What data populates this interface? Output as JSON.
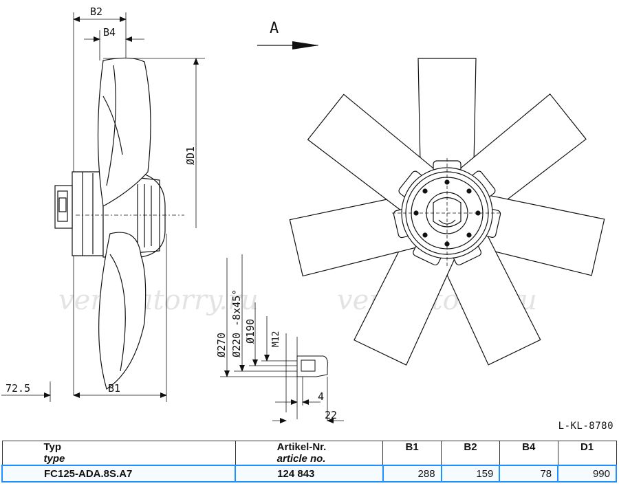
{
  "watermark": "ventilatorry.ru",
  "view_label": "A",
  "drawing_ref": "L-KL-8780",
  "dimensions": {
    "b2": "B2",
    "b4": "B4",
    "b1": "B1",
    "d1": "ØD1",
    "offset": "72.5",
    "d270": "Ø270",
    "d220": "Ø220 -8x45°",
    "d190": "Ø190",
    "m12": "M12",
    "dim4": "4",
    "dim22": "22"
  },
  "table": {
    "headers": {
      "typ": "Typ",
      "type": "type",
      "artikel": "Artikel-Nr.",
      "article": "article no.",
      "b1": "B1",
      "b2": "B2",
      "b4": "B4",
      "d1": "D1"
    },
    "row": {
      "type": "FC125-ADA.8S.A7",
      "article": "124 843",
      "b1": "288",
      "b2": "159",
      "b4": "78",
      "d1": "990"
    }
  }
}
